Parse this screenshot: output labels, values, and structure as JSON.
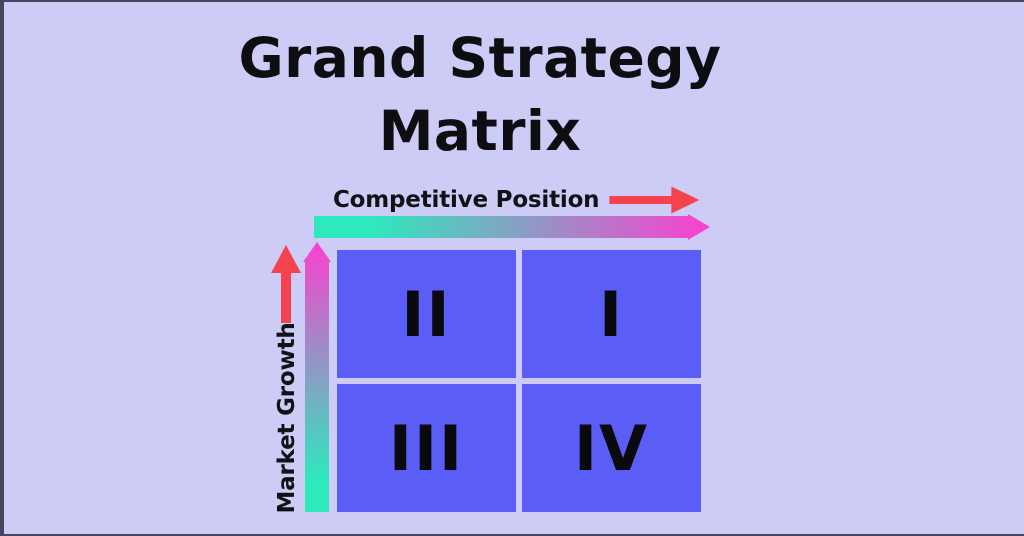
{
  "title": {
    "line1": "Grand Strategy",
    "line2": "Matrix"
  },
  "axes": {
    "x": {
      "label": "Competitive Position"
    },
    "y": {
      "label": "Market Growth"
    }
  },
  "matrix": {
    "quadrants": [
      {
        "label": "II",
        "position": "top-left"
      },
      {
        "label": "I",
        "position": "top-right"
      },
      {
        "label": "III",
        "position": "bottom-left"
      },
      {
        "label": "IV",
        "position": "bottom-right"
      }
    ]
  },
  "icons": {
    "x_axis_arrow": "right-arrow",
    "y_axis_arrow": "up-arrow",
    "x_axis_gradient_arrow": "gradient-right-arrow",
    "y_axis_gradient_arrow": "gradient-up-arrow"
  },
  "colors": {
    "background": "#cdccf6",
    "screen_edge": "#464660",
    "quadrant_fill": "#5a5ef6",
    "red_arrow": "#f4434e",
    "gradient_start": "#2ee9bc",
    "gradient_end": "#fb40cf",
    "text": "#0d0d12"
  }
}
